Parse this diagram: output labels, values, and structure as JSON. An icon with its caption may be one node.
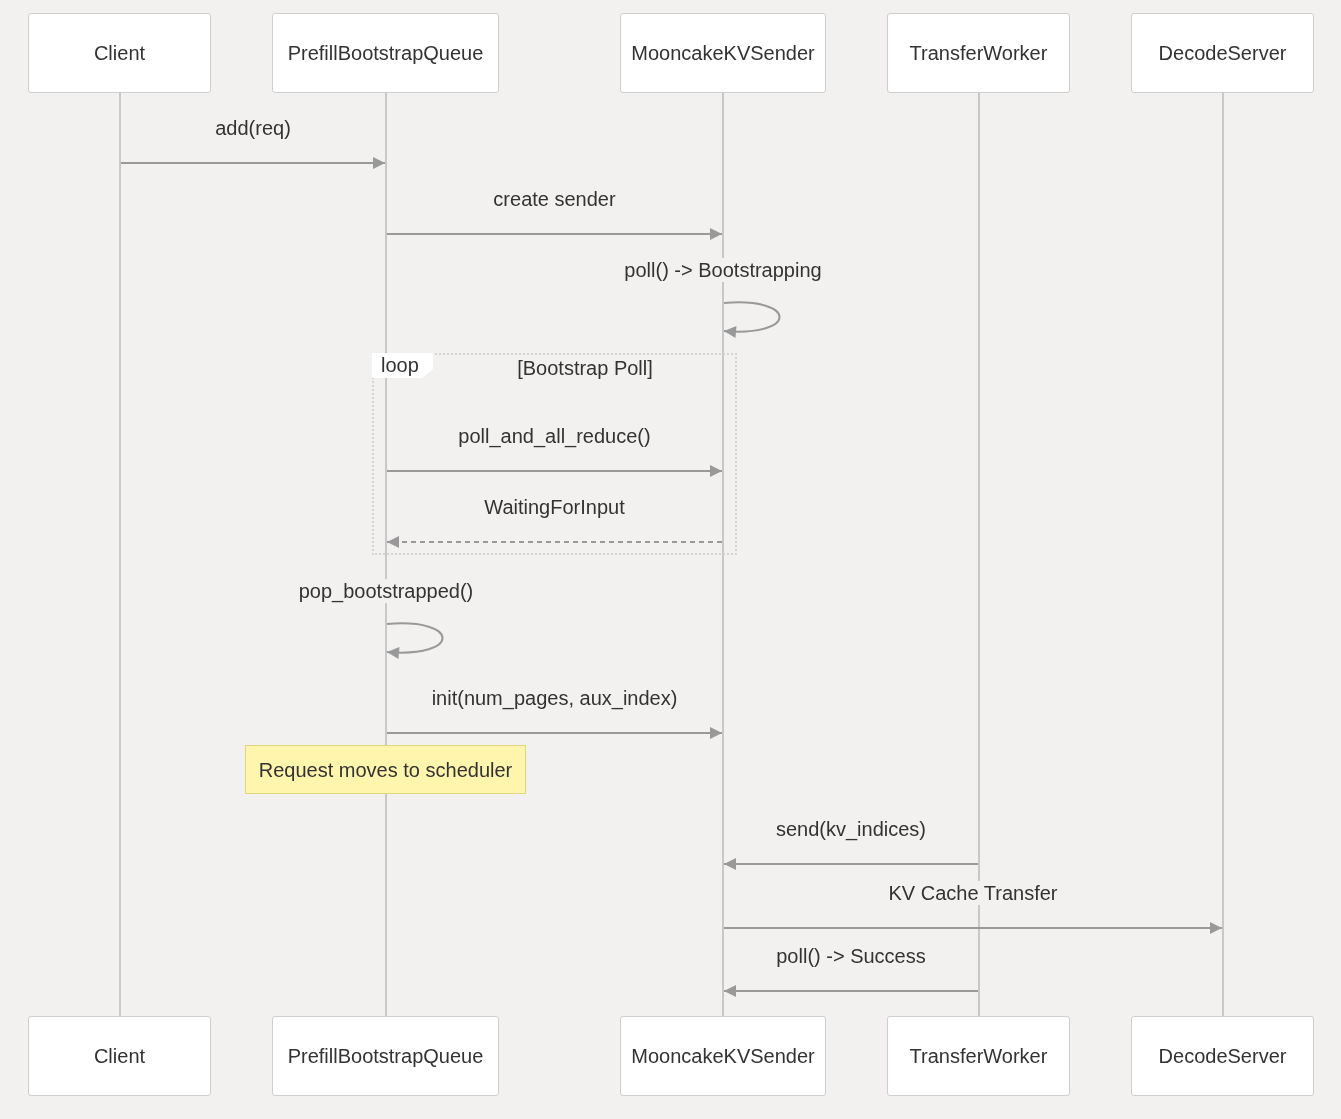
{
  "diagram": {
    "nodes": [
      {
        "text": [
          "Client"
        ]
      },
      {
        "text": [
          "PrefillBootstrapQueue"
        ]
      },
      {
        "text": [
          "MooncakeKVSender"
        ]
      },
      {
        "text": [
          "TransferWorker"
        ]
      },
      {
        "text": [
          "DecodeServer"
        ]
      },
      {
        "text": [],
        "shape": "line"
      },
      {
        "text": [],
        "shape": "line"
      },
      {
        "text": [],
        "shape": "line"
      },
      {
        "text": [],
        "shape": "line"
      },
      {
        "text": [],
        "shape": "line"
      },
      {
        "text": [
          "Request moves to scheduler"
        ]
      },
      {
        "text": [],
        "shape": "line"
      },
      {
        "text": [
          "Client"
        ]
      },
      {
        "text": [
          "PrefillBootstrapQueue"
        ]
      },
      {
        "text": [
          "MooncakeKVSender"
        ]
      },
      {
        "text": [
          "TransferWorker"
        ]
      },
      {
        "text": [
          "DecodeServer"
        ]
      }
    ],
    "edges": [
      {
        "from": 5,
        "to": 6,
        "arrow": "to",
        "label": "add(req)"
      },
      {
        "from": 6,
        "to": 7,
        "arrow": "to",
        "label": "create sender"
      },
      {
        "from": 7,
        "to": 7,
        "arrow": "to",
        "label": "poll() -> Bootstrapping"
      },
      {
        "from": 6,
        "to": 7,
        "arrow": "to",
        "label": "poll_and_all_reduce()"
      },
      {
        "from": 7,
        "to": 6,
        "arrow": "to",
        "label": "WaitingForInput",
        "style": "dashed"
      },
      {
        "from": 6,
        "to": 6,
        "arrow": "to",
        "label": "pop_bootstrapped()"
      },
      {
        "from": 6,
        "to": 7,
        "arrow": "to",
        "label": "init(num_pages, aux_index)"
      },
      {
        "from": 8,
        "to": 7,
        "arrow": "to",
        "label": "send(kv_indices)"
      },
      {
        "from": 7,
        "to": 9,
        "arrow": "to",
        "label": "KV Cache Transfer"
      },
      {
        "from": 8,
        "to": 7,
        "arrow": "to",
        "label": "poll() -> Success"
      }
    ],
    "labels": [
      "loop",
      "[Bootstrap Poll]"
    ]
  }
}
